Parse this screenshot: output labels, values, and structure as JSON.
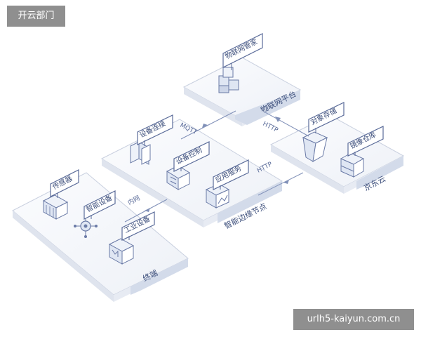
{
  "header_badge": "开云部门",
  "footer_badge": "urlh5-kaiyun.com.cn",
  "nodes": {
    "iot_platform": {
      "title": "物联网平台",
      "items": [
        "物联网管家"
      ]
    },
    "edge_node": {
      "title": "智能边缘节点",
      "items": [
        "设备连接",
        "设备控制",
        "应用服务"
      ]
    },
    "jd_cloud": {
      "title": "京东云",
      "items": [
        "对象存储",
        "镜像仓库"
      ]
    },
    "terminal": {
      "title": "终端",
      "items": [
        "传感器",
        "智能设备",
        "工业设备"
      ]
    }
  },
  "connections": {
    "edge_iot": "MQTT",
    "iot_cloud": "HTTP",
    "edge_cloud": "HTTP",
    "terminal_edge": "内网"
  },
  "colors": {
    "platform_top": "#f5f7fb",
    "platform_edge": "#c9d0df",
    "title_band": "#d3dbea",
    "title_text": "#3d4f7c",
    "tag_fill": "#ffffff",
    "tag_stroke": "#5a6b99",
    "icon_stroke": "#6a7aa6",
    "icon_fill": "#dfe6f3",
    "connector": "#8090b8"
  },
  "icons": {
    "iot_manager": "cube-stack-icon",
    "device_connect": "panel-pair-icon",
    "device_control": "switch-arrows-icon",
    "app_service": "image-card-icon",
    "object_storage": "bucket-icon",
    "image_repo": "server-box-icon",
    "sensor": "grid-box-icon",
    "smart_device": "hub-node-icon",
    "industrial_device": "open-box-icon"
  }
}
